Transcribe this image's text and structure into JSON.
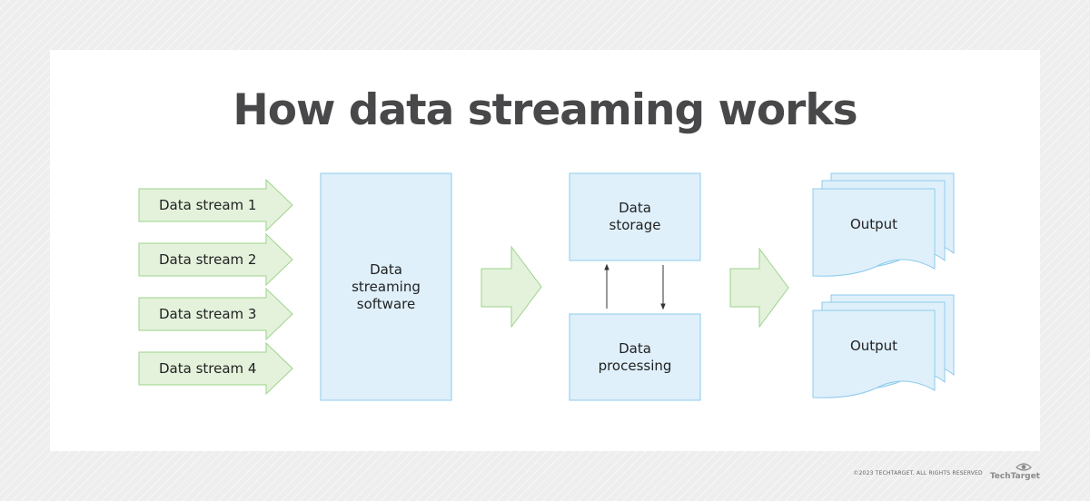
{
  "title": "How data streaming works",
  "streams": [
    "Data stream 1",
    "Data stream 2",
    "Data stream 3",
    "Data stream 4"
  ],
  "software": [
    "Data",
    "streaming",
    "software"
  ],
  "storage": [
    "Data",
    "storage"
  ],
  "processing": [
    "Data",
    "processing"
  ],
  "outputs": [
    "Output",
    "Output"
  ],
  "footer": {
    "copyright": "©2023 TECHTARGET. ALL RIGHTS RESERVED",
    "brand": "TechTarget"
  },
  "colors": {
    "arrow_fill": "#e4f2dc",
    "arrow_stroke": "#9dd38a",
    "box_fill": "#dff0fb",
    "box_stroke": "#8ccbeb",
    "title": "#48484a"
  }
}
